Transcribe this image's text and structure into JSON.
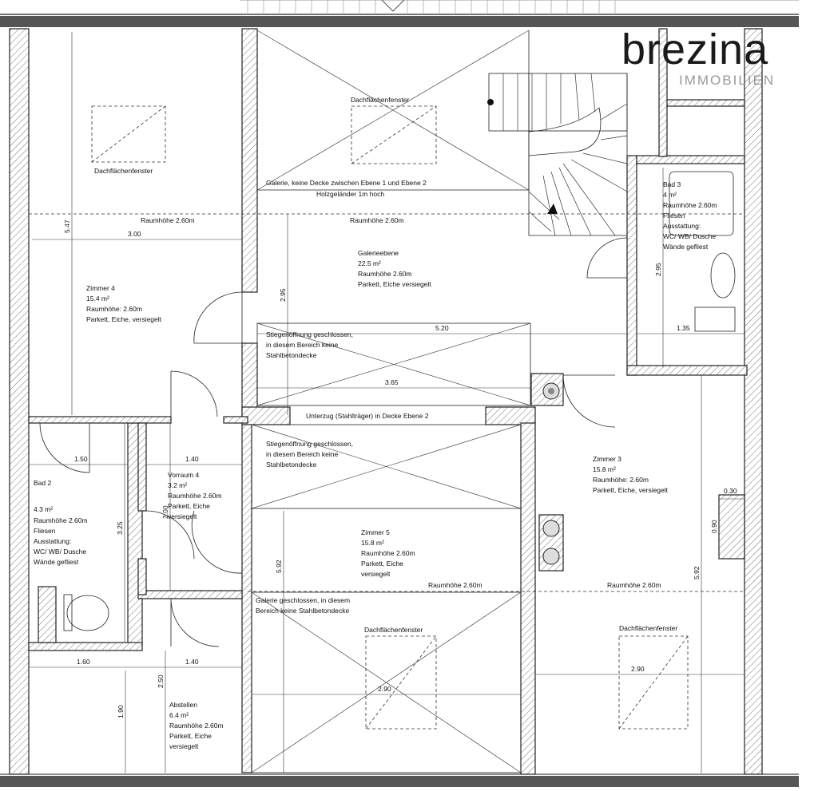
{
  "logo": {
    "name": "brezina",
    "sub": "IMMOBILIEN"
  },
  "rooms": {
    "zimmer4": [
      "Zimmer 4",
      "15.4 m²",
      "Raumhöhe: 2.60m",
      "Parkett, Eiche, versiegelt"
    ],
    "galerieebene": [
      "Galerieebene",
      "22.5 m²",
      "Raumhöhe 2.60m",
      "Parkett, Eiche versiegelt"
    ],
    "bad3": [
      "Bad 3",
      "4 m²",
      "Raumhöhe 2.60m",
      "Fliesen",
      "Ausstattung:",
      "WC/ WB/ Dusche",
      "Wände gefliest"
    ],
    "zimmer3": [
      "Zimmer 3",
      "15.8 m²",
      "Raumhöhe: 2.60m",
      "Parkett, Eiche, versiegelt"
    ],
    "vorraum4": [
      "Vorraum 4",
      "3.2 m²",
      "Raumhöhe 2.60m",
      "Parkett, Eiche",
      "versiegelt"
    ],
    "bad2": [
      "Bad 2",
      "4.3 m²",
      "Raumhöhe 2.60m",
      "Fliesen",
      "Ausstattung:",
      "WC/ WB/ Dusche",
      "Wände gefliest"
    ],
    "zimmer5": [
      "Zimmer 5",
      "15.8 m²",
      "Raumhöhe 2.60m",
      "Parkett, Eiche",
      "versiegelt"
    ],
    "abstellen": [
      "Abstellen",
      "6.4 m²",
      "Raumhöhe 2.60m",
      "Parkett, Eiche",
      "versiegelt"
    ]
  },
  "notes": {
    "galerie_top": [
      "Galerie, keine Decke zwischen Ebene 1 und Ebene 2",
      "Holzgeländer 1m hoch"
    ],
    "stiegen1": [
      "Stiegenöffnung geschlossen,",
      "in diesem Bereich keine",
      "Stahlbetondecke"
    ],
    "stiegen2": [
      "Stiegenöffnung geschlossen,",
      "in diesem Bereich keine",
      "Stahlbetondecke"
    ],
    "unterzug": "Unterzug (Stahlträger) in Decke Ebene 2",
    "galerie_bottom": [
      "Galerie geschlossen, in diesem",
      "Bereich keine Stahlbetondecke"
    ],
    "dachfenster": "Dachflächenfenster"
  },
  "raumhoehe": "Raumhöhe 2.60m",
  "dims": {
    "d547": "5.47",
    "d300": "3.00",
    "d295a": "2.95",
    "d520": "5.20",
    "d295b": "2.95",
    "d135": "1.35",
    "d365": "3.65",
    "d150": "1.50",
    "d140a": "1.40",
    "d200": "2.00",
    "d325": "3.25",
    "d030": "0.30",
    "d090": "0.90",
    "d592a": "5.92",
    "d592b": "5.92",
    "d160": "1.60",
    "d140b": "1.40",
    "d250": "2.50",
    "d190": "1.90",
    "d290a": "2.90",
    "d290b": "2.90"
  }
}
